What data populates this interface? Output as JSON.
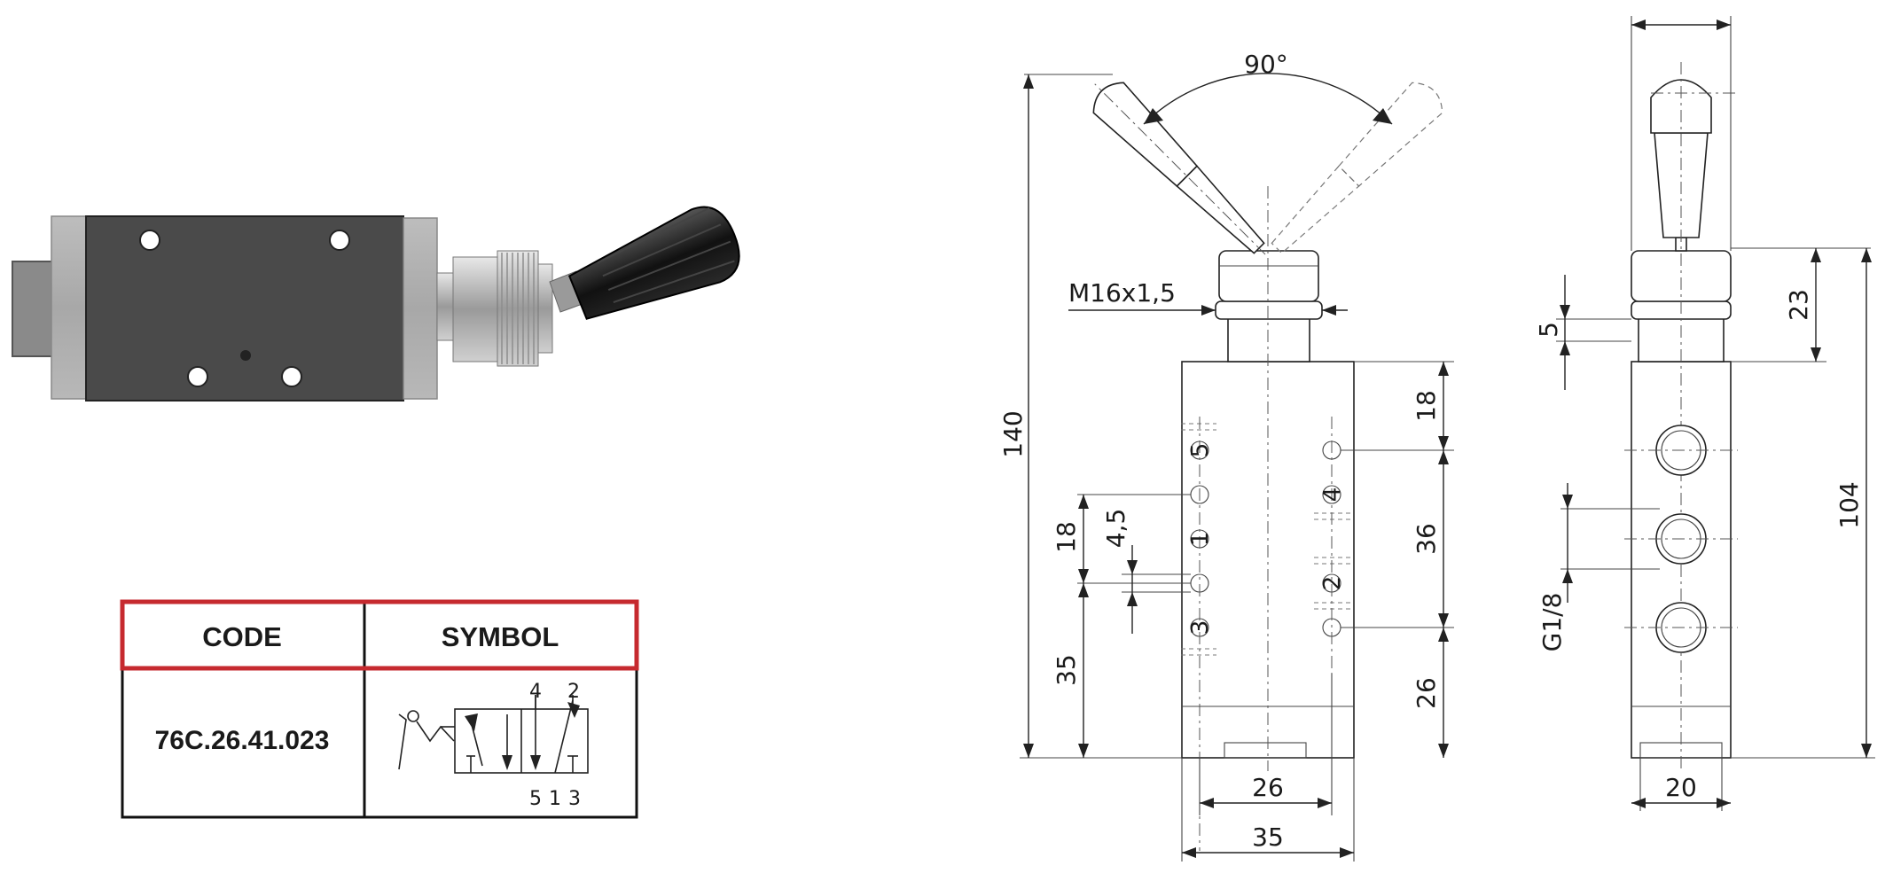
{
  "table": {
    "header_color": "#c62a2f",
    "code_header": "CODE",
    "symbol_header": "SYMBOL",
    "code_value": "76C.26.41.023",
    "symbol_ports_top": [
      "4",
      "2"
    ],
    "symbol_ports_bottom": [
      "5",
      "1",
      "3"
    ]
  },
  "front_view": {
    "angle_label": "90°",
    "thread_label": "M16x1,5",
    "overall_height": "140",
    "dim_top_port": "18",
    "dim_port_pitch": "36",
    "dim_bottom": "26",
    "dim_left_18": "18",
    "dim_left_45": "4,5",
    "dim_left_35": "35",
    "dim_width_inner": "26",
    "dim_width_outer": "35",
    "port_labels": [
      "5",
      "4",
      "1",
      "2",
      "3"
    ]
  },
  "side_view": {
    "dim_23": "23",
    "dim_5": "5",
    "dim_104": "104",
    "thread_port": "G1/8",
    "dim_width": "20"
  }
}
